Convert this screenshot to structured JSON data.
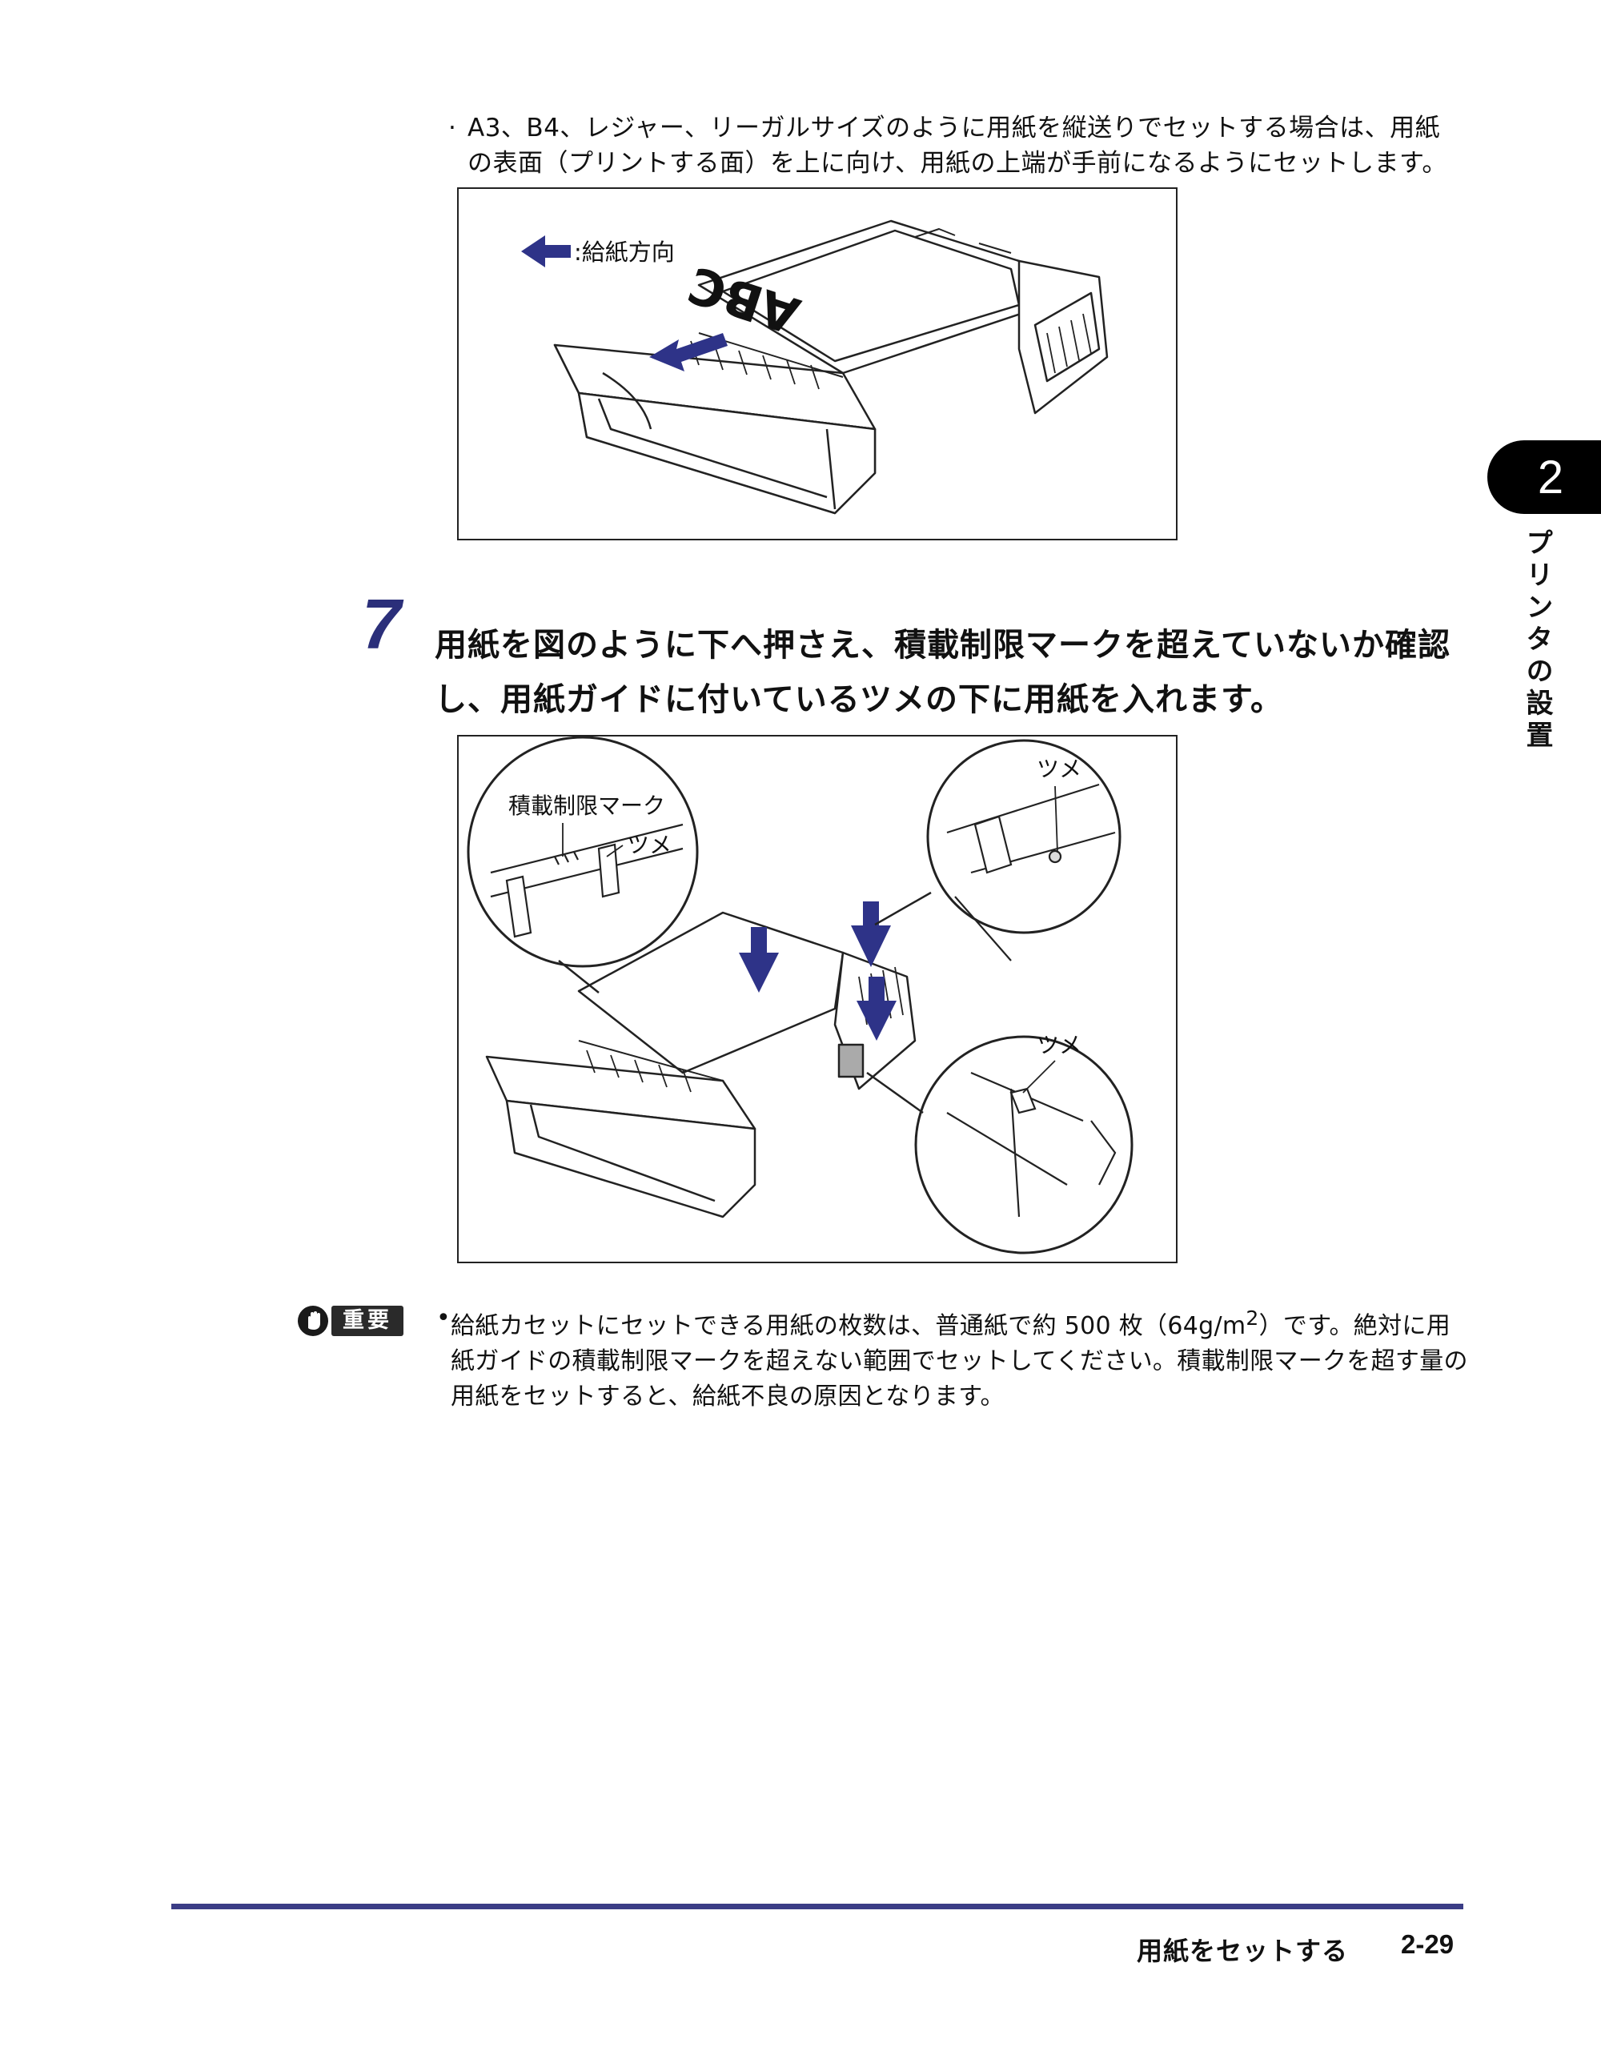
{
  "bullet_note": {
    "marker": "·",
    "text": "A3、B4、レジャー、リーガルサイズのように用紙を縦送りでセットする場合は、用紙の表面（プリントする面）を上に向け、用紙の上端が手前になるようにセットします。"
  },
  "figure1": {
    "legend_label": ":給紙方向",
    "paper_text": "ABC"
  },
  "step": {
    "number": "7",
    "text": "用紙を図のように下へ押さえ、積載制限マークを超えていないか確認し、用紙ガイドに付いているツメの下に用紙を入れます。"
  },
  "figure2": {
    "label_limit_mark": "積載制限マーク",
    "label_tab_left": "ツメ",
    "label_tab_top_right": "ツメ",
    "label_tab_bottom_right": "ツメ"
  },
  "important": {
    "badge": "重要",
    "bullet": "•",
    "text_before_sup": "給紙カセットにセットできる用紙の枚数は、普通紙で約 500 枚（64g/m",
    "sup": "2",
    "text_after_sup": "）です。絶対に用紙ガイドの積載制限マークを超えない範囲でセットしてください。積載制限マークを超す量の用紙をセットすると、給紙不良の原因となります。"
  },
  "chapter": {
    "number": "2",
    "title": "プリンタの設置"
  },
  "footer": {
    "section_title": "用紙をセットする",
    "page_number": "2-29"
  },
  "colors": {
    "accent_navy": "#3b3d86",
    "arrow_blue": "#2e3388"
  }
}
